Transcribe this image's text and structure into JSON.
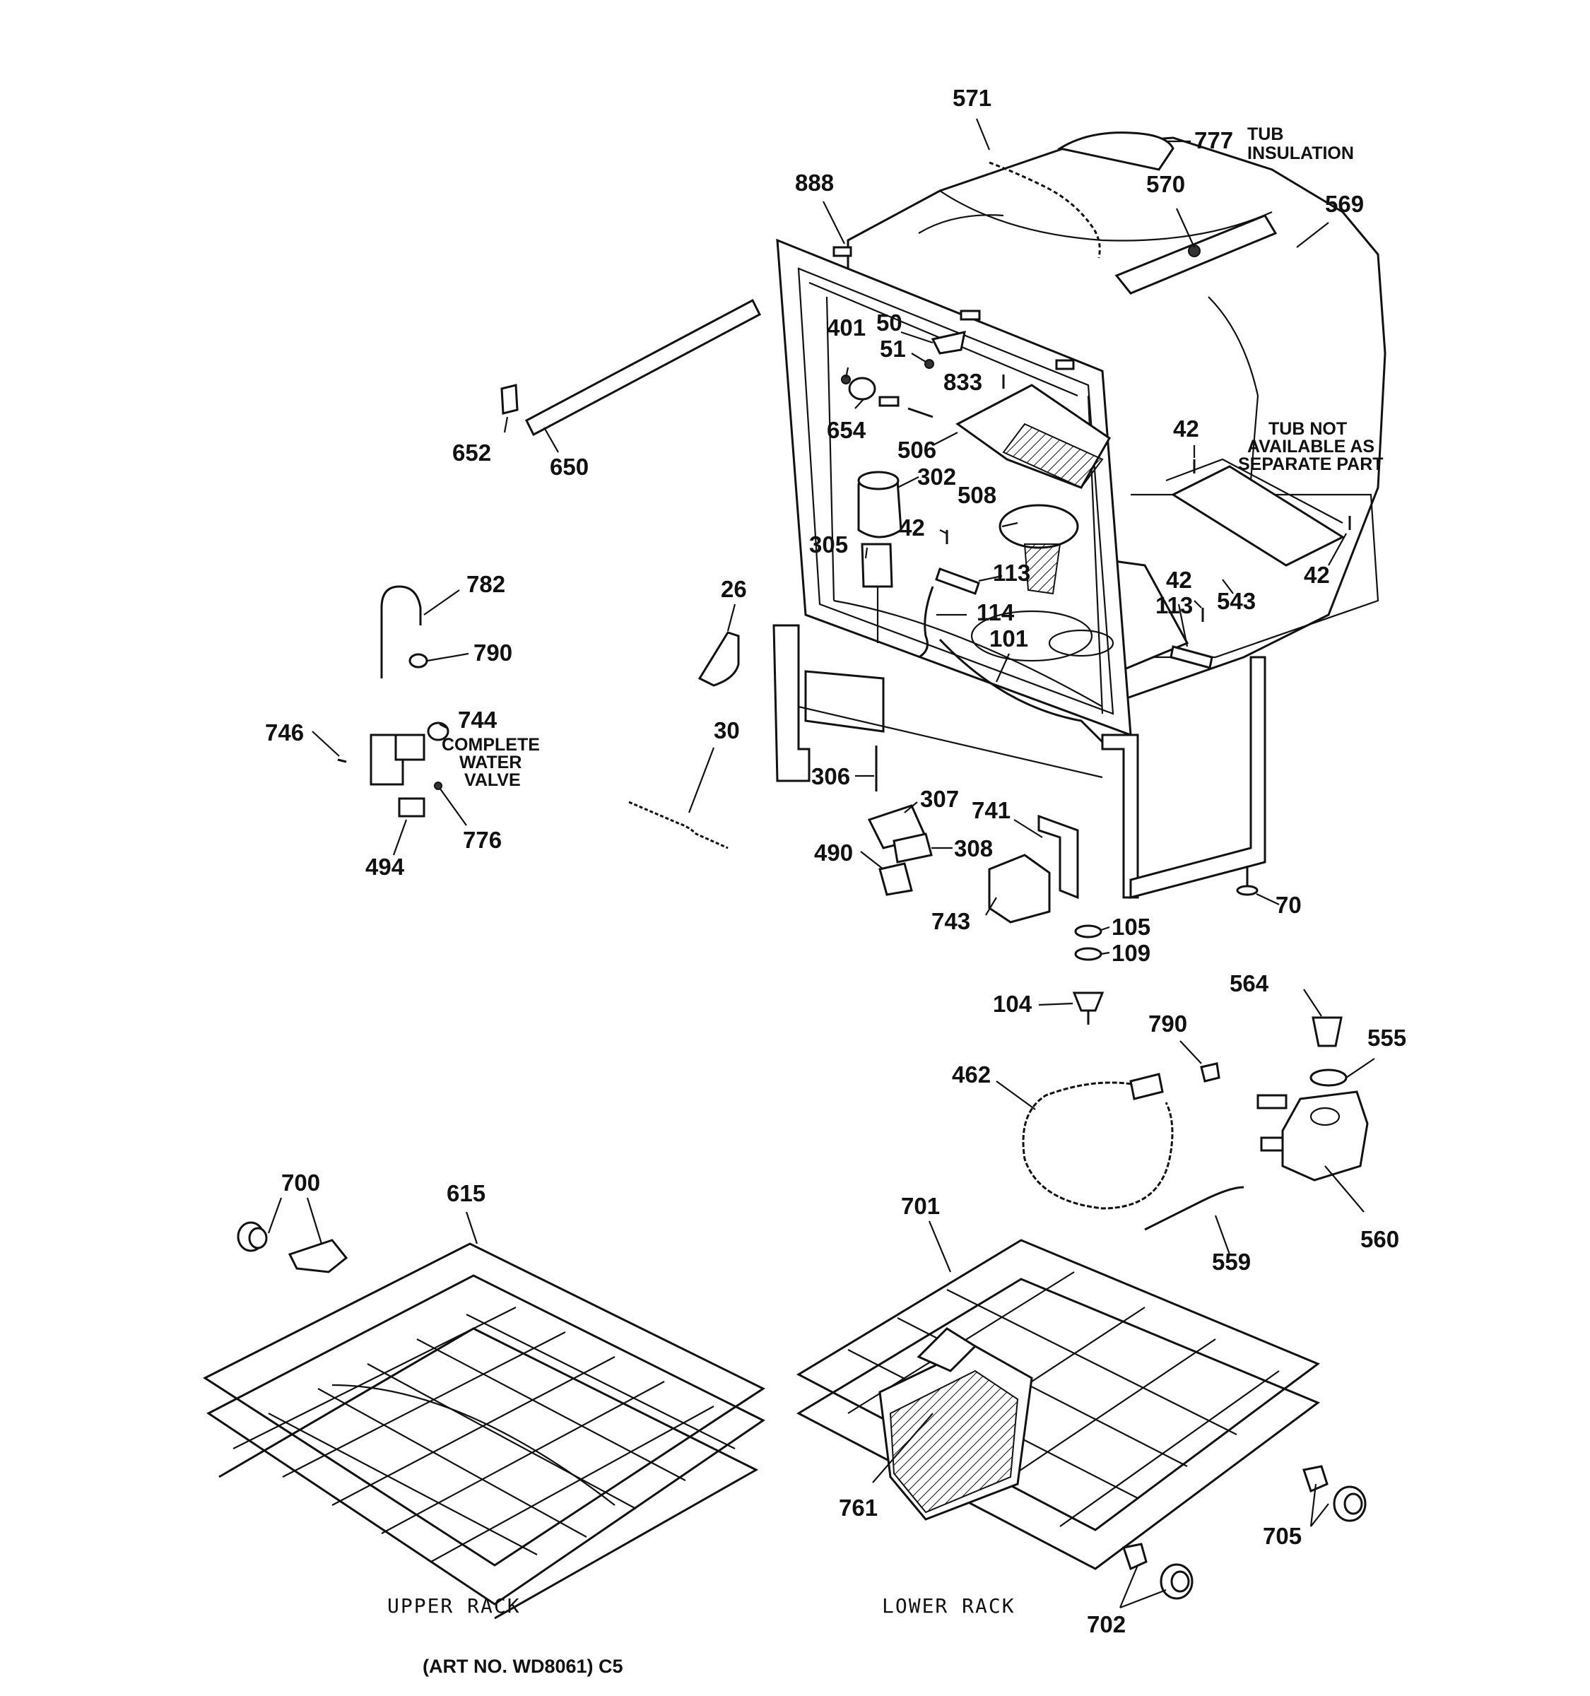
{
  "labels": {
    "p571": "571",
    "p777": "777",
    "p888": "888",
    "p570": "570",
    "p569": "569",
    "p401": "401",
    "p50": "50",
    "p51": "51",
    "p833": "833",
    "p652": "652",
    "p650": "650",
    "p654": "654",
    "p506": "506",
    "p302": "302",
    "p42a": "42",
    "p508": "508",
    "p42b": "42",
    "p305": "305",
    "p42c": "42",
    "p42d": "42",
    "p113a": "113",
    "p113b": "113",
    "p543": "543",
    "p782": "782",
    "p26": "26",
    "p114": "114",
    "p790a": "790",
    "p101": "101",
    "p744": "744",
    "p746": "746",
    "p30": "30",
    "p306": "306",
    "p307": "307",
    "p741": "741",
    "p776": "776",
    "p494": "494",
    "p490": "490",
    "p308": "308",
    "p70": "70",
    "p743": "743",
    "p105": "105",
    "p109": "109",
    "p564": "564",
    "p104": "104",
    "p790b": "790",
    "p555": "555",
    "p462": "462",
    "p700": "700",
    "p615": "615",
    "p701": "701",
    "p560": "560",
    "p559": "559",
    "p761": "761",
    "p705": "705",
    "p702": "702"
  },
  "notes": {
    "tub_insulation_1": "TUB",
    "tub_insulation_2": "INSULATION",
    "tub_not_available_1": "TUB NOT",
    "tub_not_available_2": "AVAILABLE AS",
    "tub_not_available_3": "SEPARATE PART",
    "water_valve_1": "COMPLETE",
    "water_valve_2": "WATER",
    "water_valve_3": "VALVE"
  },
  "captions": {
    "upper_rack": "UPPER RACK",
    "lower_rack": "LOWER RACK",
    "art_number": "(ART NO. WD8061) C5"
  }
}
